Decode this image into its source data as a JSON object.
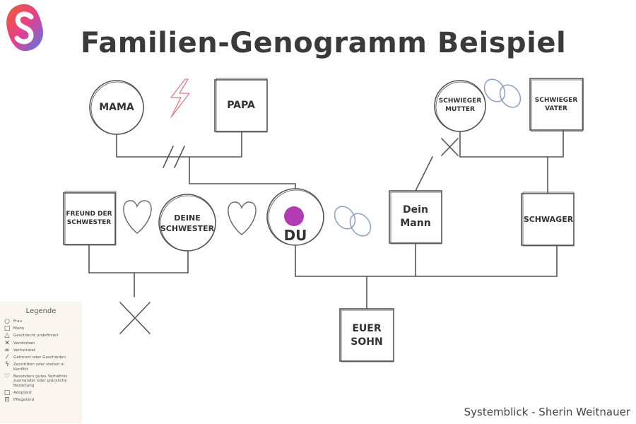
{
  "title": "Familien-Genogramm Beispiel",
  "people": {
    "mama": "MAMA",
    "papa": "PAPA",
    "schwiegermutter": "SCHWIEGER MUTTER",
    "schwiegervater": "SCHWIEGER VATER",
    "freund": "FREUND DER SCHWESTER",
    "schwester": "DEINE SCHWESTER",
    "du": "DU",
    "mann": "Dein Mann",
    "schwager": "SCHWAGER",
    "sohn": "EUER SOHN"
  },
  "legend": {
    "title": "Legende",
    "items": [
      {
        "icon": "circle-icon",
        "label": "Frau"
      },
      {
        "icon": "square-icon",
        "label": "Mann"
      },
      {
        "icon": "triangle-icon",
        "label": "Geschlecht undefiniert"
      },
      {
        "icon": "cross-icon",
        "label": "Verstorben"
      },
      {
        "icon": "rings-icon",
        "label": "Verheiratet"
      },
      {
        "icon": "slash-icon",
        "label": "Getrennt oder Geschieden"
      },
      {
        "icon": "lightning-icon",
        "label": "Zerstritten oder stehen in Konflikt"
      },
      {
        "icon": "heart-icon",
        "label": "Besonders gutes Verhältnis zueinander oder glückliche Beziehung"
      },
      {
        "icon": "adopted-icon",
        "label": "Adoptiert"
      },
      {
        "icon": "foster-icon",
        "label": "Pflegekind"
      }
    ]
  },
  "credit": "Systemblick - Sherin Weitnauer",
  "colors": {
    "line": "#555555",
    "du_dot": "#b13cb4",
    "lightning": "#e07b87",
    "rings": "#8fa3c6",
    "legend_bg": "#fbf5ef"
  }
}
